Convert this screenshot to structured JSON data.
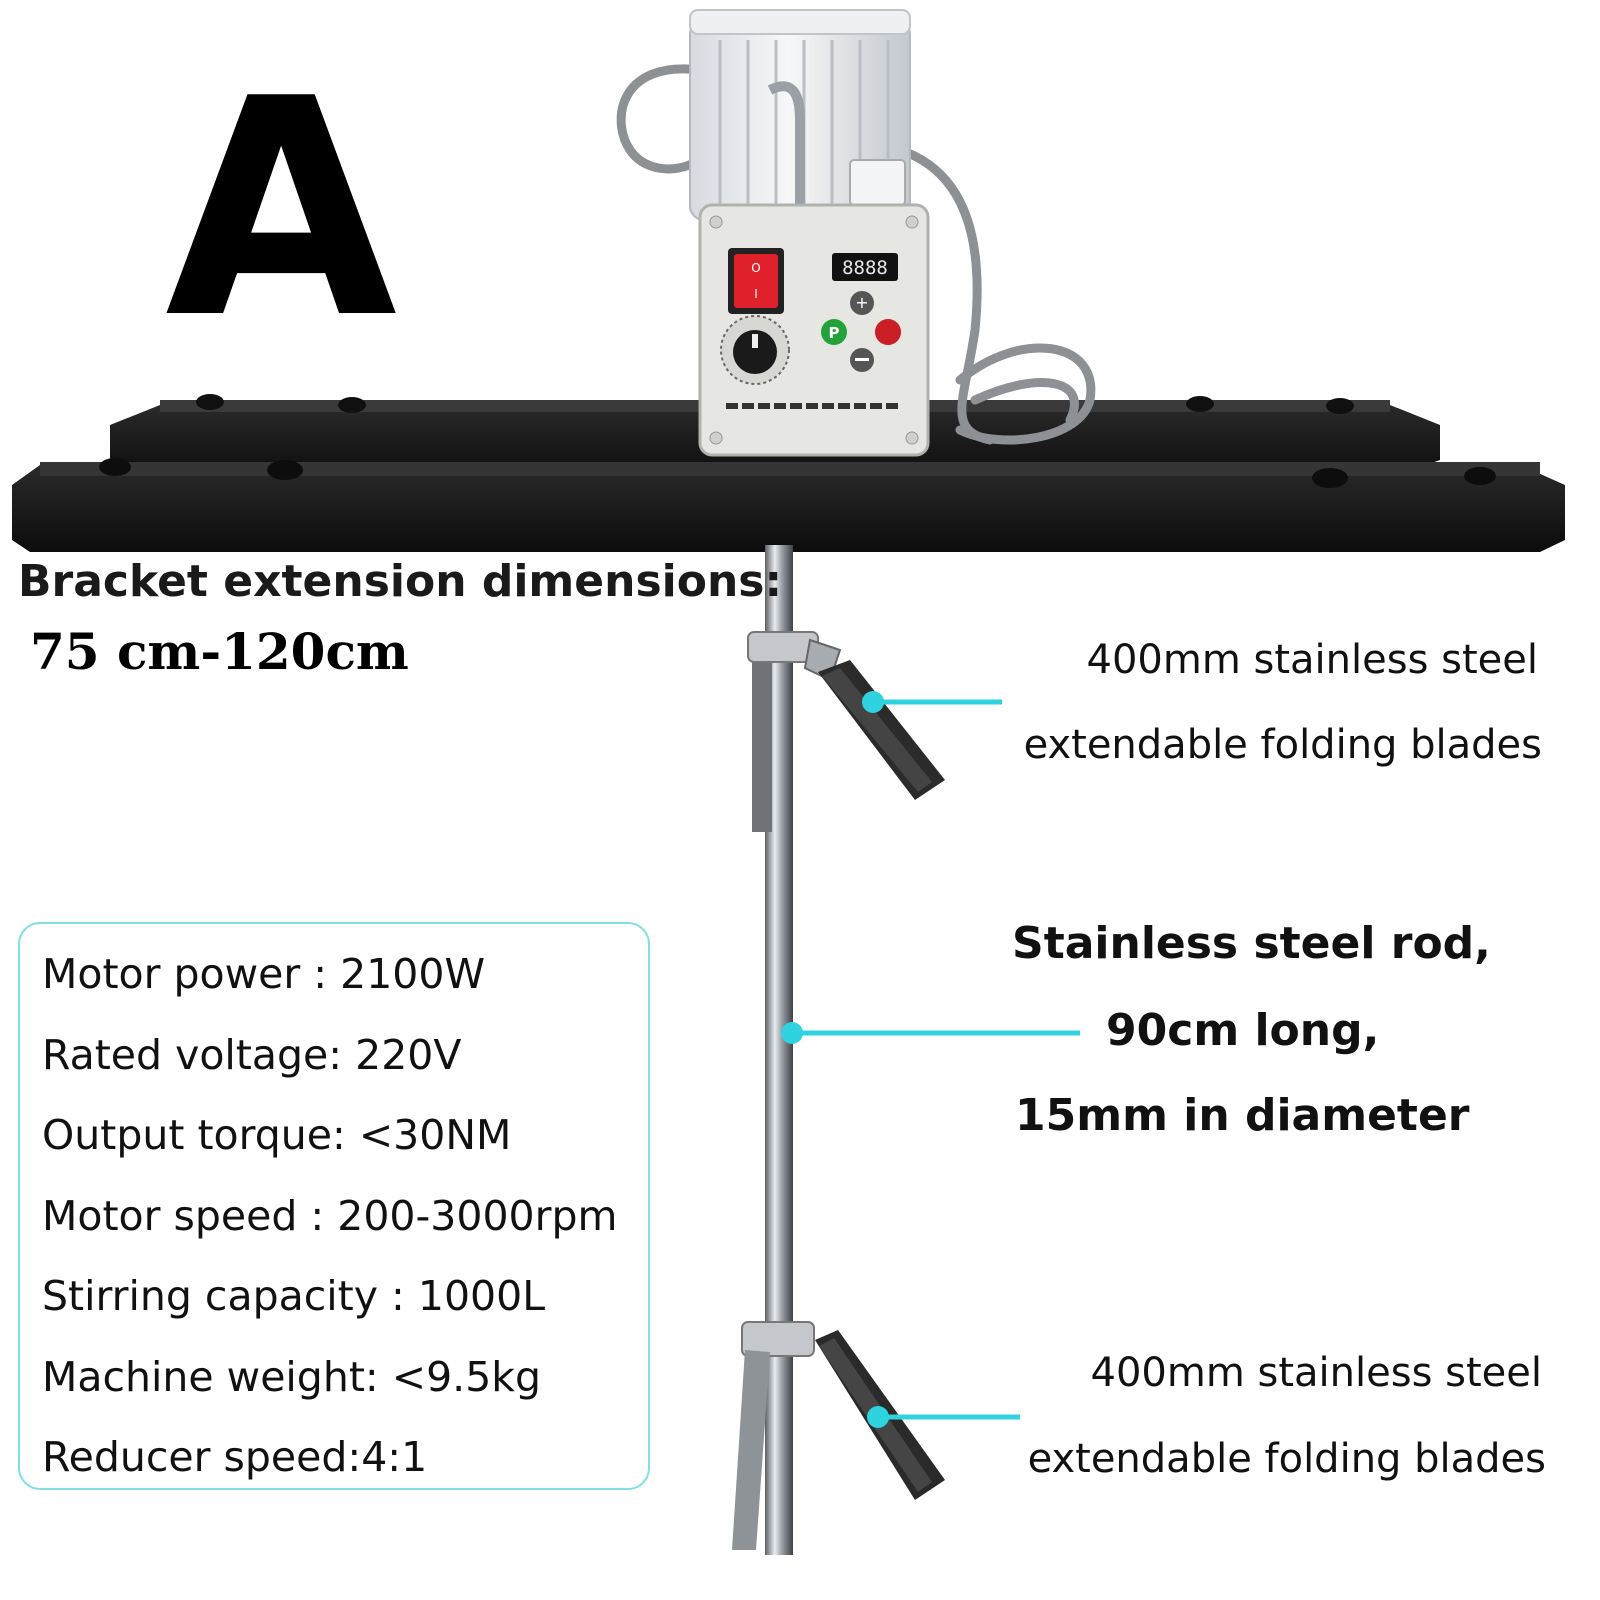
{
  "variant_label": "A",
  "bracket": {
    "title": "Bracket extension dimensions:",
    "value": "75 cm-120cm"
  },
  "callouts": {
    "top_blade": [
      "400mm stainless steel",
      "extendable folding blades"
    ],
    "rod": [
      "Stainless steel rod,",
      "90cm long,",
      "15mm in diameter"
    ],
    "bottom_blade": [
      "400mm stainless steel",
      "extendable folding blades"
    ]
  },
  "specs": [
    "Motor power : 2100W",
    "Rated voltage: 220V",
    "Output torque: <30NM",
    "Motor speed : 200-3000rpm",
    "Stirring capacity : 1000L",
    "Machine weight: <9.5kg",
    "Reducer speed:4:1"
  ],
  "controller": {
    "display": "8888",
    "button_p": "P"
  },
  "colors": {
    "accent": "#2fd3df",
    "bracket": "#161616",
    "motor": "#e8ebee",
    "switch": "#e0202a",
    "spec_border": "#7fdfe6"
  }
}
